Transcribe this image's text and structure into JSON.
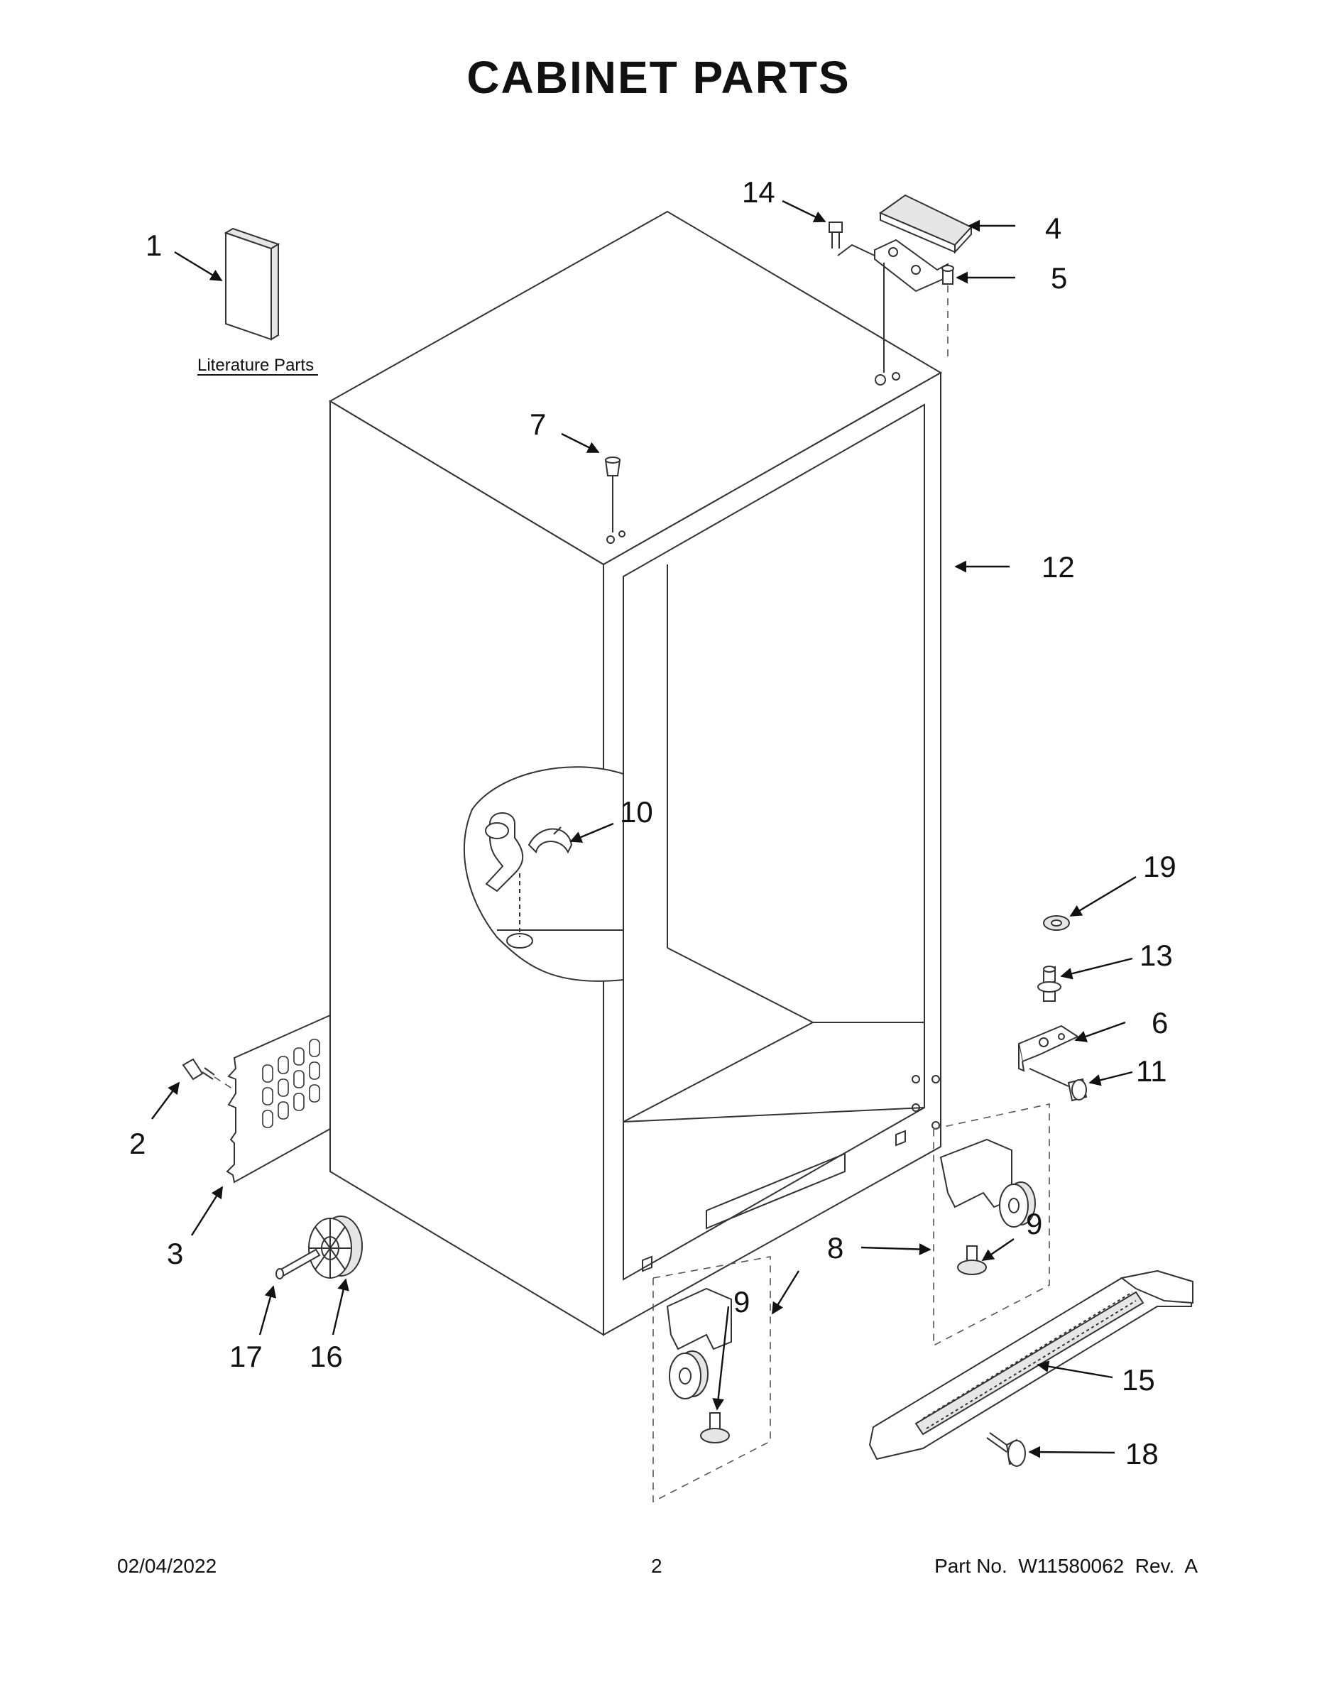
{
  "title": "CABINET PARTS",
  "literature_label": "Literature Parts",
  "callouts": {
    "c1": "1",
    "c2": "2",
    "c3": "3",
    "c4": "4",
    "c5": "5",
    "c6": "6",
    "c7": "7",
    "c8": "8",
    "c9a": "9",
    "c9b": "9",
    "c10": "10",
    "c11": "11",
    "c12": "12",
    "c13": "13",
    "c14": "14",
    "c15": "15",
    "c16": "16",
    "c17": "17",
    "c18": "18",
    "c19": "19"
  },
  "footer": {
    "date": "02/04/2022",
    "page": "2",
    "part_no": "Part No.  W11580062  Rev.  A"
  }
}
